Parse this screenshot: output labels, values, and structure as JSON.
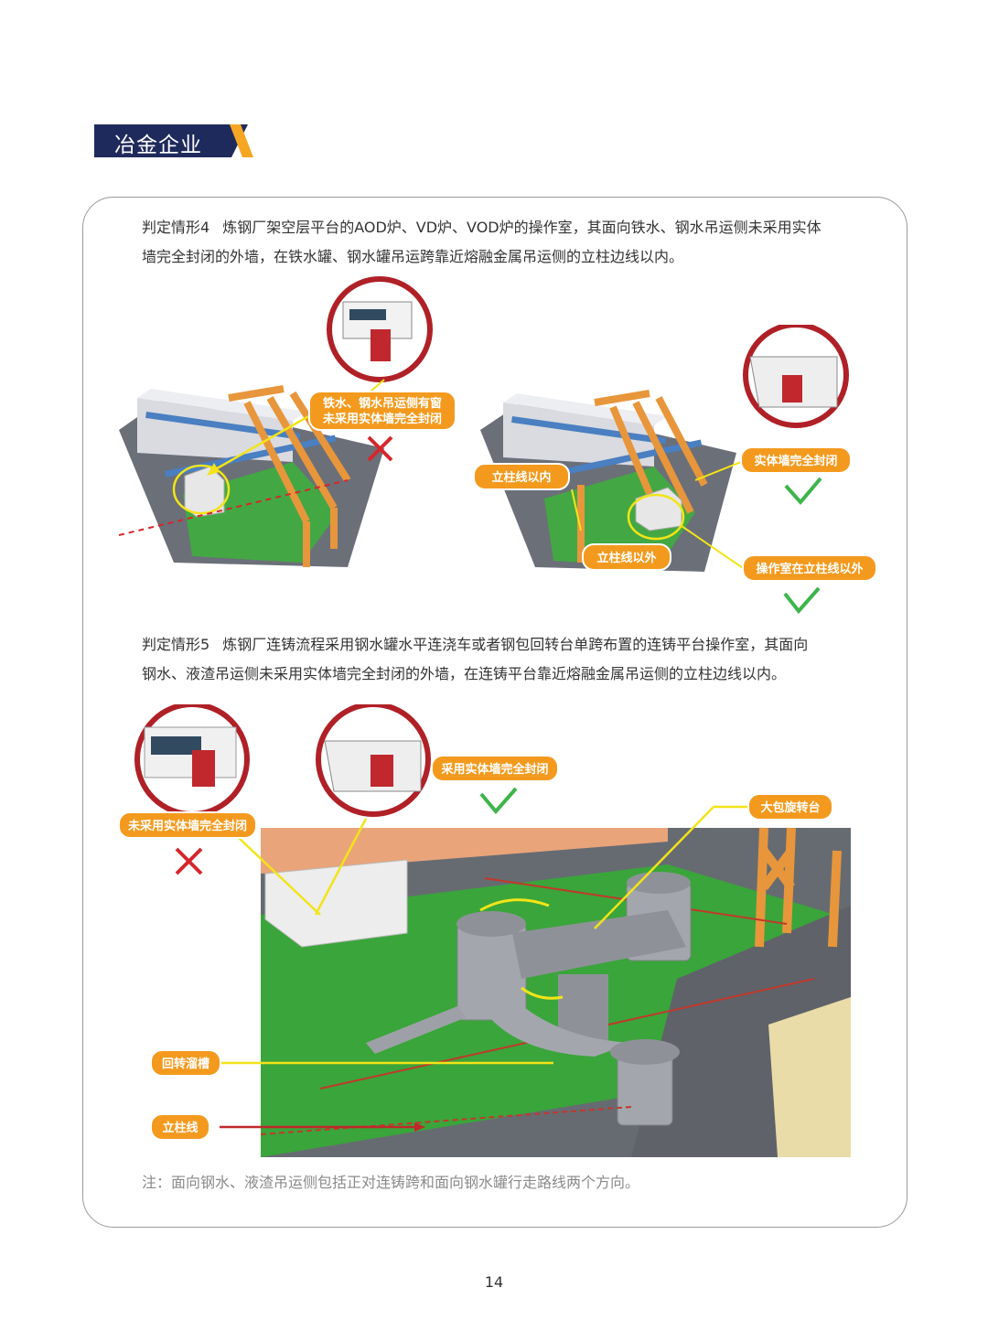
{
  "section": {
    "title": "冶金企业"
  },
  "case4": {
    "lead": "判定情形4",
    "line1": "炼钢厂架空层平台的AOD炉、VD炉、VOD炉的操作室，其面向铁水、钢水吊运侧未采用实体",
    "line2": "墙完全封闭的外墙，在铁水罐、钢水罐吊运跨靠近熔融金属吊运侧的立柱边线以内。",
    "left_callout_1": "铁水、钢水吊运侧有窗",
    "left_callout_2": "未采用实体墙完全封闭",
    "right_label_inside": "立柱线以内",
    "right_label_outside": "立柱线以外",
    "right_callout_wall": "实体墙完全封闭",
    "right_callout_room": "操作室在立柱线以外"
  },
  "case5": {
    "lead": "判定情形5",
    "line1": "炼钢厂连铸流程采用钢水罐水平连浇车或者钢包回转台单跨布置的连铸平台操作室，其面向",
    "line2": "钢水、液渣吊运侧未采用实体墙完全封闭的外墙，在连铸平台靠近熔融金属吊运侧的立柱边线以内。",
    "callout_not_closed": "未采用实体墙完全封闭",
    "callout_closed": "采用实体墙完全封闭",
    "callout_turret": "大包旋转台",
    "callout_chute": "回转溜槽",
    "callout_column": "立柱线"
  },
  "note": "注：面向钢水、液渣吊运侧包括正对连铸跨和面向钢水罐行走路线两个方向。",
  "page_number": "14",
  "colors": {
    "navy": "#1f2a5c",
    "accent": "#f6a623",
    "callout": "#f39a1e",
    "floor": "#3aa53a",
    "ok": "#3db54a",
    "bad": "#d6262c"
  }
}
